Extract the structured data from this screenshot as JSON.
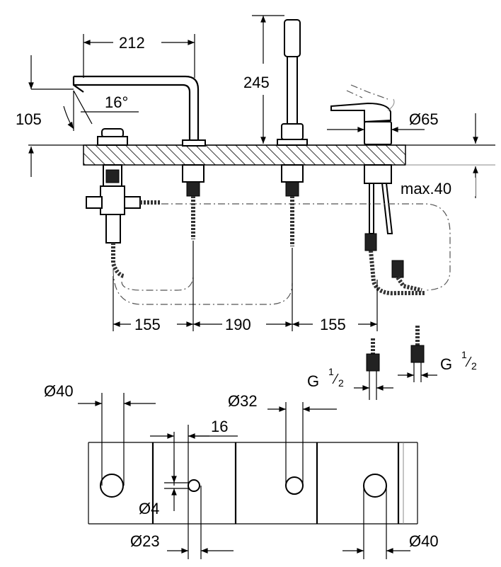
{
  "dimensions": {
    "spout_reach": "212",
    "spout_height": "105",
    "spout_angle": "16°",
    "shower_height": "245",
    "mixer_diameter": "Ø65",
    "deck_thickness_max": "max.40",
    "spacing_left": "155",
    "spacing_middle": "190",
    "spacing_right": "155",
    "thread_label": "G",
    "thread_fraction_num": "1",
    "thread_fraction_den": "2",
    "hole_left_diameter": "Ø40",
    "hole_middle_diameter": "Ø32",
    "hole_right_diameter": "Ø40",
    "pin_offset": "16",
    "pin_diameter": "Ø4",
    "pin_hole_diameter": "Ø23"
  }
}
